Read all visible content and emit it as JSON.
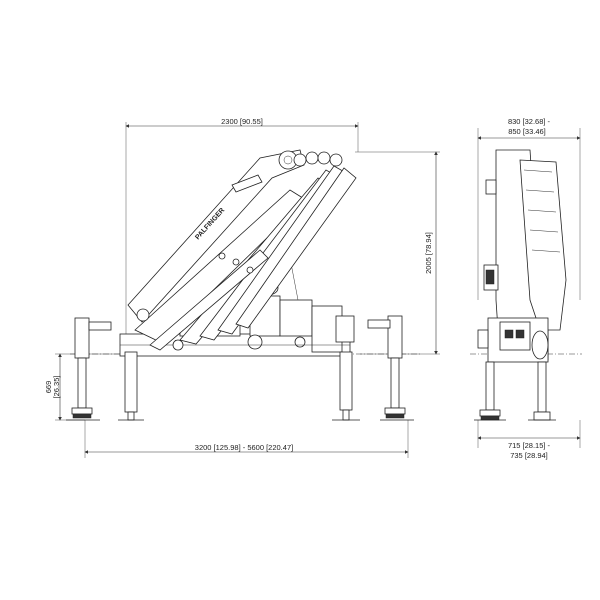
{
  "brand": "PALFINGER",
  "dimensions": {
    "reach_width": "2300  [90.55]",
    "height": "2005  [78.94]",
    "ground_clearance": "669",
    "ground_clearance_in": "[26.35]",
    "outrigger_span": "3200  [125.98]  -  5600  [220.47]",
    "side_width_top_1": "830  [32.68]  -",
    "side_width_top_2": "850  [33.46]",
    "side_width_bottom_1": "715  [28.15]  -",
    "side_width_bottom_2": "735  [28.94]"
  }
}
